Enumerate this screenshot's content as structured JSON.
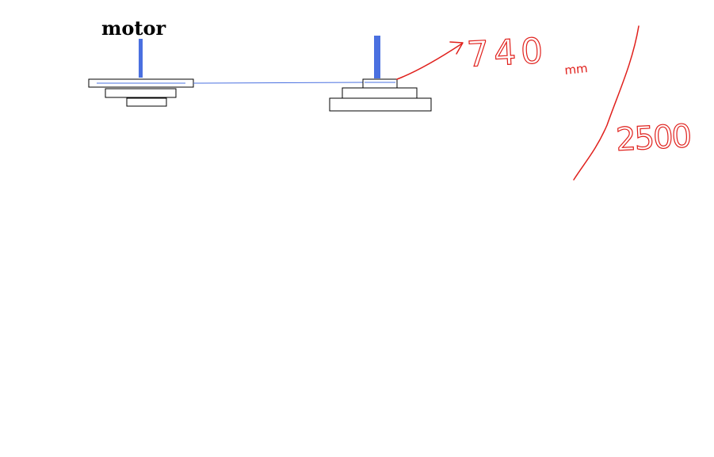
{
  "labels": {
    "motor": "motor",
    "distance_value": "740",
    "distance_unit": "mm",
    "total_value": "2500"
  },
  "colors": {
    "shaft": "#4a70e0",
    "belt": "#4a70e0",
    "outline": "#000000",
    "annotation": "#e0201c"
  }
}
